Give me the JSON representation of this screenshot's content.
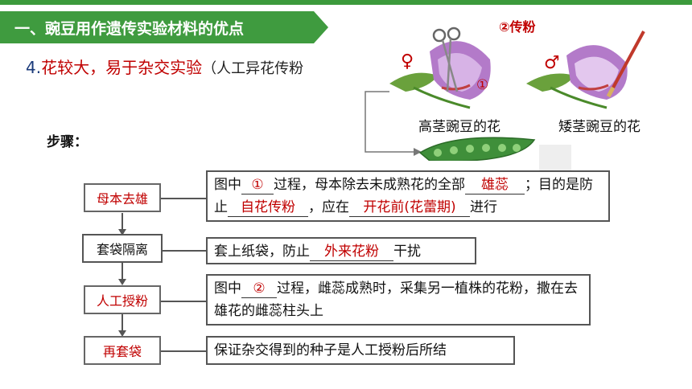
{
  "header": {
    "title": "一、豌豆用作遗传实验材料的优点"
  },
  "subtitle": {
    "number": "4.",
    "highlight": "花较大，易于杂交实验",
    "note": "（人工异花传粉"
  },
  "illustration": {
    "pollination_label": "②传粉",
    "step1_marker": "①",
    "female_symbol": "♀",
    "male_symbol": "♂",
    "tall_caption": "高茎豌豆的花",
    "short_caption": "矮茎豌豆的花"
  },
  "steps_label": "步骤：",
  "steps": [
    {
      "name": "母本去雄",
      "desc": {
        "t1": "图中",
        "b1": "①",
        "t2": "过程，母本除去未成熟花的全部",
        "b2": "雄蕊",
        "t3": "；目的是防止",
        "b3": "自花传粉",
        "t4": "，应在",
        "b4": "开花前(花蕾期)",
        "t5": "进行"
      }
    },
    {
      "name": "套袋隔离",
      "desc": {
        "t1": "套上纸袋，防止",
        "b1": "外来花粉",
        "t2": "干扰"
      }
    },
    {
      "name": "人工授粉",
      "desc": {
        "t1": "图中",
        "b1": "②",
        "t2": "过程，雌蕊成熟时，采集另一植株的花粉，撒在去雄花的雌蕊柱头上"
      }
    },
    {
      "name": "再套袋",
      "desc": {
        "t1": "保证杂交得到的种子是人工授粉后所结"
      }
    }
  ],
  "colors": {
    "accent_green": "#3f9b3f",
    "answer_red": "#c00000"
  }
}
